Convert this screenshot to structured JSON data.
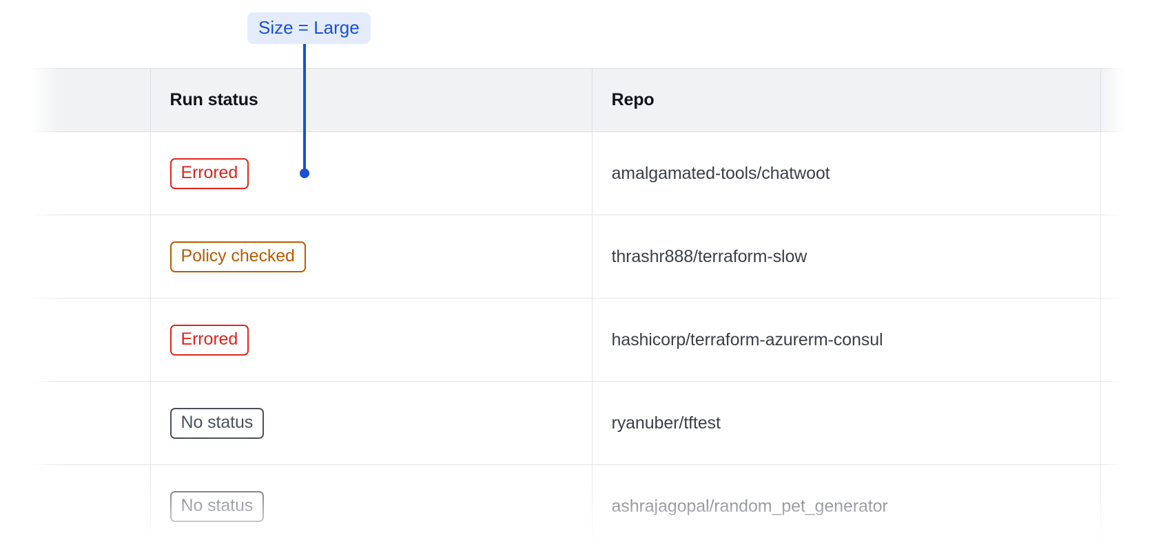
{
  "annotation": {
    "label": "Size = Large",
    "accent_color": "#1b4fd8",
    "background_color": "#e4ecfb",
    "connector": "vertical-line-with-dot"
  },
  "table": {
    "columns": [
      {
        "key": "select",
        "label": ""
      },
      {
        "key": "run_status",
        "label": "Run status"
      },
      {
        "key": "repo",
        "label": "Repo"
      },
      {
        "key": "extra",
        "label": ""
      }
    ],
    "header_background": "#f1f2f4",
    "rows": [
      {
        "status": "Errored",
        "status_variant": "errored",
        "status_color": "#e2231a",
        "repo": "amalgamated-tools/chatwoot"
      },
      {
        "status": "Policy checked",
        "status_variant": "policy-checked",
        "status_color": "#bb5a00",
        "repo": "thrashr888/terraform-slow"
      },
      {
        "status": "Errored",
        "status_variant": "errored",
        "status_color": "#e2231a",
        "repo": "hashicorp/terraform-azurerm-consul"
      },
      {
        "status": "No status",
        "status_variant": "no-status",
        "status_color": "#4a4f5a",
        "repo": "ryanuber/tftest"
      },
      {
        "status": "No status",
        "status_variant": "no-status",
        "status_color": "#4a4f5a",
        "repo": "ashrajagopal/random_pet_generator"
      }
    ]
  }
}
